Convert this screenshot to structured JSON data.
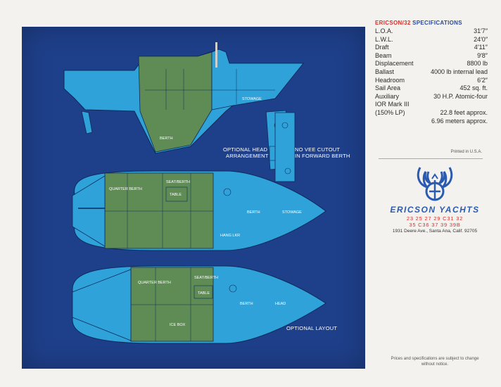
{
  "specs": {
    "brand": "ERICSON",
    "model": "32",
    "heading_rest": "SPECIFICATIONS",
    "rows": [
      {
        "label": "L.O.A.",
        "value": "31′7″"
      },
      {
        "label": "L.W.L.",
        "value": "24′0″"
      },
      {
        "label": "Draft",
        "value": "4′11″"
      },
      {
        "label": "Beam",
        "value": "9′8″"
      },
      {
        "label": "Displacement",
        "value": "8800 lb"
      },
      {
        "label": "Ballast",
        "value": "4000 lb internal lead"
      },
      {
        "label": "Headroom",
        "value": "6′2″"
      },
      {
        "label": "Sail Area",
        "value": "452 sq. ft."
      },
      {
        "label": "Auxiliary",
        "value": "30 H.P. Atomic-four"
      }
    ],
    "ior_label": "IOR Mark III",
    "lp_label": "(150% LP)",
    "lp_feet": "22.8 feet approx.",
    "lp_meters": "6.96 meters approx.",
    "printed": "Printed in U.S.A."
  },
  "logo": {
    "icon": "ericson-crest-icon",
    "wordmark": "ERICSON YACHTS",
    "models_line1": "23  25  27  29  C31  32",
    "models_line2": "35  C36  37  39  39B",
    "address": "1931 Deere Ave., Santa Ana, Calif. 92705"
  },
  "plan": {
    "caption_head_1": "OPTIONAL HEAD",
    "caption_head_2": "ARRANGEMENT",
    "caption_vee_1": "NO VEE CUTOUT",
    "caption_vee_2": "IN FORWARD BERTH",
    "caption_layout": "OPTIONAL LAYOUT",
    "labels": {
      "quarter_berth": "QUARTER BERTH",
      "seat_berth": "SEAT/BERTH",
      "table": "TABLE",
      "hanging_locker": "HANG LKR",
      "berth": "BERTH",
      "stowage": "STOWAGE",
      "icebox": "ICE BOX",
      "head": "HEAD"
    }
  },
  "colors": {
    "navy": "#1e3f8a",
    "green": "#5f8c55",
    "cyan": "#2fa3d9",
    "accent_red": "#d6312b",
    "logo_blue": "#2a5bb0"
  },
  "disclaimer": "Prices and specifications are subject to change without notice."
}
